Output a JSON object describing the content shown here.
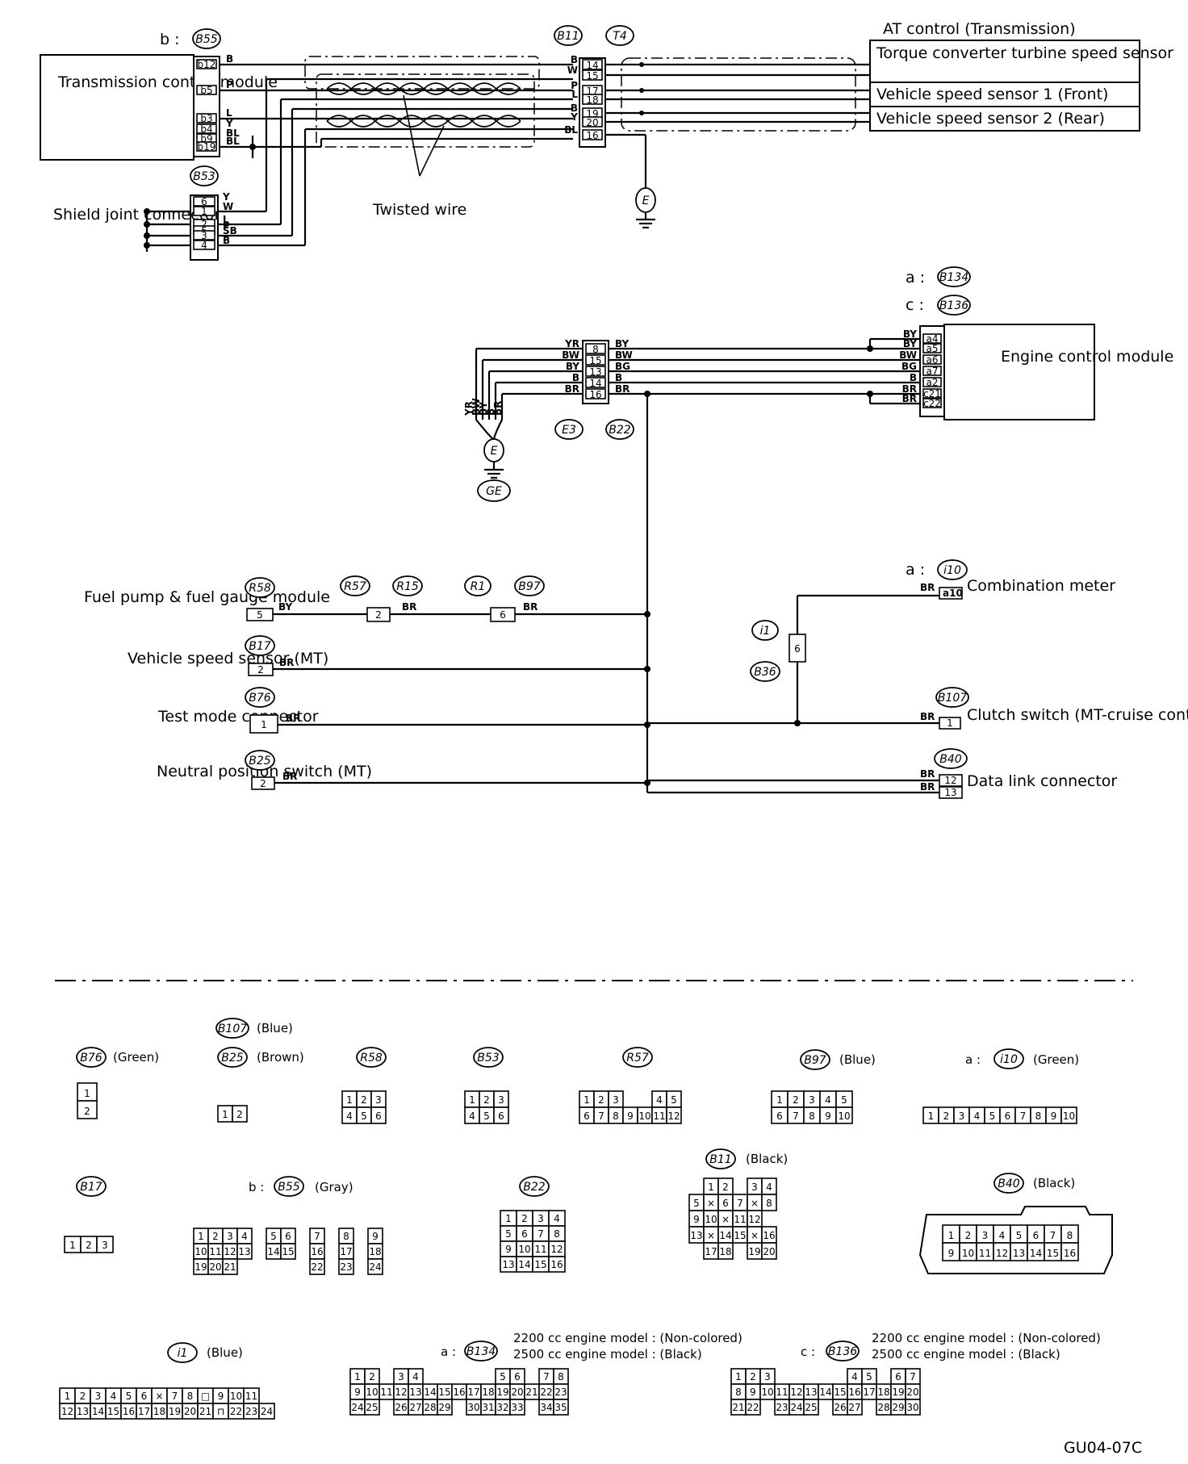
{
  "diagram_id": "GU04-07C",
  "modules": {
    "tcm": "Transmission control module",
    "ecm": "Engine control module",
    "at_group": "AT control (Transmission)",
    "sensor_turbine": "Torque converter turbine speed sensor",
    "sensor_vss1": "Vehicle speed sensor 1 (Front)",
    "sensor_vss2": "Vehicle speed sensor 2 (Rear)"
  },
  "labels": {
    "shield": "Shield joint connector",
    "twisted": "Twisted wire",
    "fuel_pump": "Fuel pump & fuel gauge module",
    "vss_mt": "Vehicle speed sensor (MT)",
    "test_mode": "Test mode connector",
    "neutral": "Neutral position switch (MT)",
    "comb_meter": "Combination meter",
    "clutch": "Clutch switch (MT-cruise control)",
    "dlc": "Data link connector",
    "prefix_a": "a :",
    "prefix_b": "b :",
    "prefix_c": "c :"
  },
  "connectors": {
    "B55": "B55",
    "B11": "B11",
    "T4": "T4",
    "B53": "B53",
    "B134": "B134",
    "B136": "B136",
    "E3": "E3",
    "B22": "B22",
    "E": "E",
    "GE": "GE",
    "R58": "R58",
    "R57": "R57",
    "R15": "R15",
    "R1": "R1",
    "B97": "B97",
    "B17": "B17",
    "B76": "B76",
    "B25": "B25",
    "i10": "i10",
    "i1": "i1",
    "B36": "B36",
    "B107": "B107",
    "B40": "B40"
  },
  "wires": {
    "tcm_pins": [
      "b12",
      "b5",
      "b3",
      "b4",
      "b9",
      "b19"
    ],
    "tcm_colors": [
      "B",
      "P",
      "L",
      "Y",
      "BL",
      "BL"
    ],
    "b11_pins": [
      "14",
      "15",
      "17",
      "18",
      "19",
      "20",
      "16"
    ],
    "b11_colors_left": [
      "B",
      "W",
      "P",
      "L",
      "B",
      "Y",
      "BL"
    ],
    "b53_pins": [
      "6",
      "1",
      "2",
      "5",
      "3",
      "4"
    ],
    "b53_colors": [
      "Y",
      "W",
      "L",
      "P",
      "SB",
      "B"
    ],
    "e3_pins": [
      "8",
      "15",
      "13",
      "14",
      "16"
    ],
    "e3_colors_left": [
      "YR",
      "BW",
      "BY",
      "B",
      "BR"
    ],
    "e3_colors_right": [
      "BY",
      "BW",
      "BG",
      "B",
      "BR"
    ],
    "ecm_pins": [
      "a4",
      "a5",
      "a6",
      "a7",
      "a2",
      "c21",
      "c22"
    ],
    "ecm_colors": [
      "BY",
      "BY",
      "BW",
      "BG",
      "B",
      "BR",
      "BR"
    ],
    "ground_colors": [
      "YR",
      "BW",
      "BY",
      "B",
      "BR"
    ],
    "br": "BR",
    "by": "BY",
    "r58_pin": "5",
    "r57_pin": "2",
    "b97_pin": "6",
    "b17_pin": "2",
    "b76_pin": "1",
    "b25_pin": "2",
    "i10_pin": "a10",
    "i1_pin": "6",
    "b107_pin": "1",
    "b40_pins": [
      "12",
      "13"
    ]
  },
  "faces": {
    "B76_color": "(Green)",
    "B107_color": "(Blue)",
    "B25_color": "(Brown)",
    "B97_color": "(Blue)",
    "i10_color": "(Green)",
    "B11_color": "(Black)",
    "B55_color": "(Gray)",
    "B40_color": "(Black)",
    "i1_color": "(Blue)",
    "engine_note_1": "2200 cc engine model : (Non-colored)",
    "engine_note_2": "2500 cc engine model : (Black)",
    "B76_rows": [
      [
        "1"
      ],
      [
        "2"
      ]
    ],
    "B25_rows": [
      [
        "1",
        "2"
      ]
    ],
    "R58_rows": [
      [
        "1",
        "2",
        "3"
      ],
      [
        "4",
        "5",
        "6"
      ]
    ],
    "B53_rows": [
      [
        "1",
        "2",
        "3"
      ],
      [
        "4",
        "5",
        "6"
      ]
    ],
    "R57_rows": [
      [
        "1",
        "2",
        "3",
        "",
        "",
        "4",
        "5"
      ],
      [
        "6",
        "7",
        "8",
        "9",
        "10",
        "11",
        "12"
      ]
    ],
    "B97_rows": [
      [
        "1",
        "2",
        "3",
        "4",
        "5"
      ],
      [
        "6",
        "7",
        "8",
        "9",
        "10"
      ]
    ],
    "i10_rows": [
      [
        "1",
        "2",
        "3",
        "4",
        "5",
        "6",
        "7",
        "8",
        "9",
        "10"
      ]
    ],
    "B17_rows": [
      [
        "1",
        "2",
        "3"
      ]
    ],
    "B55_rows": [
      [
        "1",
        "2",
        "3",
        "4",
        "",
        "5",
        "6",
        "",
        "7",
        "",
        "8",
        "",
        "9"
      ],
      [
        "10",
        "11",
        "12",
        "13",
        "",
        "14",
        "15",
        "",
        "16",
        "",
        "17",
        "",
        "18"
      ],
      [
        "19",
        "20",
        "21",
        "",
        "",
        "",
        "",
        "",
        "22",
        "",
        "23",
        "",
        "24"
      ]
    ],
    "B22_rows": [
      [
        "1",
        "2",
        "3",
        "4"
      ],
      [
        "5",
        "6",
        "7",
        "8"
      ],
      [
        "9",
        "10",
        "11",
        "12"
      ],
      [
        "13",
        "14",
        "15",
        "16"
      ]
    ],
    "B11_rows": [
      [
        "",
        "1",
        "2",
        "",
        "3",
        "4",
        ""
      ],
      [
        "5",
        "×",
        "6",
        "7",
        "×",
        "8",
        ""
      ],
      [
        "9",
        "10",
        "×",
        "11",
        "12",
        "",
        ""
      ],
      [
        "13",
        "×",
        "14",
        "15",
        "×",
        "16",
        ""
      ],
      [
        "",
        "17",
        "18",
        "",
        "19",
        "20",
        ""
      ]
    ],
    "B40_rows": [
      [
        "1",
        "2",
        "3",
        "4",
        "5",
        "6",
        "7",
        "8"
      ],
      [
        "9",
        "10",
        "11",
        "12",
        "13",
        "14",
        "15",
        "16"
      ]
    ],
    "i1_rows": [
      [
        "1",
        "2",
        "3",
        "4",
        "5",
        "6",
        "×",
        "7",
        "8",
        "□",
        "9",
        "10",
        "11"
      ],
      [
        "12",
        "13",
        "14",
        "15",
        "16",
        "17",
        "18",
        "19",
        "20",
        "21",
        "⊓",
        "22",
        "23",
        "24"
      ]
    ],
    "B134_rows": [
      [
        "1",
        "2",
        "",
        "3",
        "4",
        "",
        "",
        "",
        "",
        "",
        "5",
        "6",
        "",
        "7",
        "8"
      ],
      [
        "9",
        "10",
        "11",
        "12",
        "13",
        "14",
        "15",
        "16",
        "17",
        "18",
        "19",
        "20",
        "21",
        "22",
        "23"
      ],
      [
        "24",
        "25",
        "",
        "26",
        "27",
        "28",
        "29",
        "",
        "30",
        "31",
        "32",
        "33",
        "",
        "34",
        "35"
      ]
    ],
    "B136_rows": [
      [
        "1",
        "2",
        "3",
        "",
        "",
        "",
        "",
        "",
        "4",
        "5",
        "",
        "6",
        "7"
      ],
      [
        "8",
        "9",
        "10",
        "11",
        "12",
        "13",
        "14",
        "15",
        "16",
        "17",
        "18",
        "19",
        "20"
      ],
      [
        "21",
        "22",
        "",
        "23",
        "24",
        "25",
        "",
        "26",
        "27",
        "",
        "28",
        "29",
        "30"
      ]
    ]
  }
}
